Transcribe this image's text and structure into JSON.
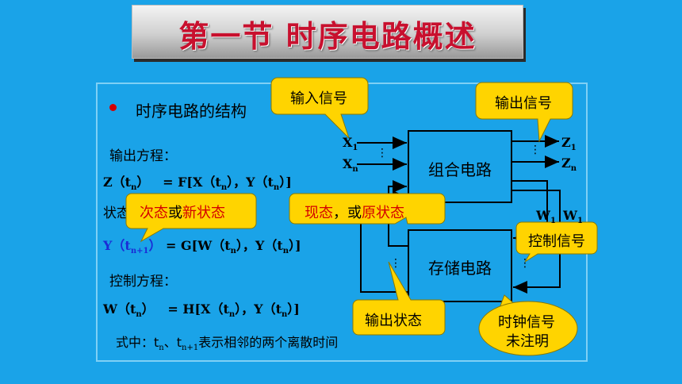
{
  "title": "第一节 时序电路概述",
  "heading": "时序电路的结构",
  "output_eq_label": "输出方程：",
  "output_eq_z": "Z（t",
  "output_eq_rhs": "= F[X（t",
  "state_eq_label": "状态",
  "state_eq_y": "Y（t",
  "state_eq_rhs": "= G[W（t",
  "control_eq_label": "控制方程：",
  "control_eq_w": "W（t",
  "control_eq_rhs": "= H[X（t",
  "note_prefix": "式中：t",
  "note_suffix": "表示相邻的两个离散时间",
  "sub_n": "n",
  "sub_n1": "n+1",
  "eq_y_mid": "），Y（t",
  "eq_end": "）]",
  "eq_close": "）",
  "note_sep": "、t",
  "blocks": {
    "combinational": "组合电路",
    "storage": "存储电路"
  },
  "signals": {
    "x1": "X",
    "xn": "X",
    "z1": "Z",
    "zn": "Z",
    "w1": "W",
    "w2": "W",
    "sub1": "1"
  },
  "callouts": {
    "input": "输入信号",
    "output": "输出信号",
    "next_state_a": "次态",
    "next_state_or": "或",
    "next_state_b": "新状态",
    "present_a": "现态",
    "present_or": "，或",
    "present_b": "原状态",
    "control": "控制信号",
    "out_state": "输出状态",
    "clock_1": "时钟信号",
    "clock_2": "未注明"
  },
  "colors": {
    "background": "#1aa3e8",
    "callout": "#ffd400",
    "title": "#c8102e",
    "accent_red": "#d40000",
    "accent_blue": "#1b2bd6"
  }
}
